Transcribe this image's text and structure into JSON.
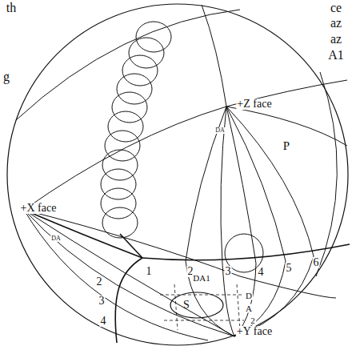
{
  "diagram": {
    "nodes": [
      {
        "text": [
          "S"
        ]
      }
    ],
    "labels": [
      "th",
      "g",
      "ce",
      "az",
      "az",
      "A1",
      "+Z face",
      "P",
      "DA",
      "+X face",
      "DA",
      "1",
      "2",
      "3",
      "4",
      "5",
      "6",
      "2",
      "3",
      "4",
      "DA1",
      "D",
      "A",
      "2",
      "+Y face"
    ]
  }
}
